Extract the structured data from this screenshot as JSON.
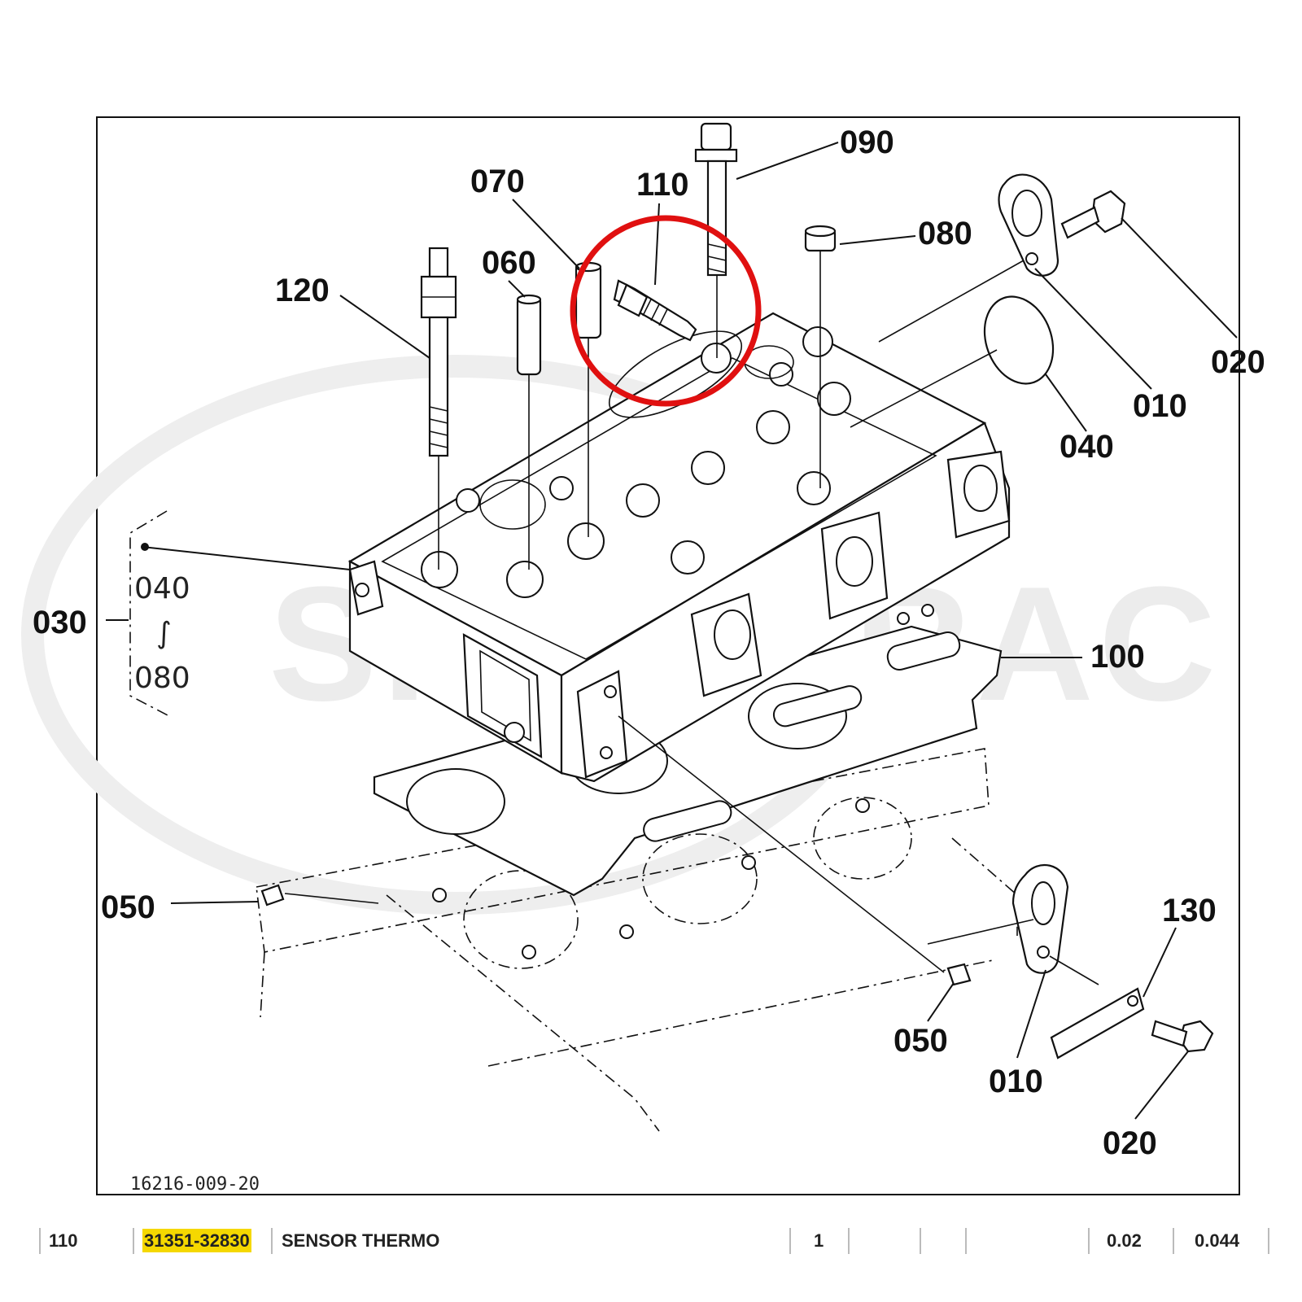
{
  "diagram": {
    "callouts": {
      "c090": "090",
      "c110": "110",
      "c070": "070",
      "c080": "080",
      "c060": "060",
      "c120": "120",
      "c020_top": "020",
      "c010_top": "010",
      "c040": "040",
      "c030": "030",
      "c100": "100",
      "c050_left": "050",
      "c050_bottom": "050",
      "c130": "130",
      "c010_bottom": "010",
      "c020_bottom": "020"
    },
    "group_range": {
      "from": "040",
      "to": "080"
    },
    "drawing_code": "16216-009-20",
    "watermark": "SHOPTRAC",
    "highlight_color": "#e01010"
  },
  "parts_row": {
    "ref": "110",
    "part_number": "31351-32830",
    "description": "SENSOR THERMO",
    "qty": "1",
    "col_a": "",
    "col_b": "",
    "col_c": "",
    "weight": "0.02",
    "price": "0.044",
    "part_number_highlight": "#f5d800"
  }
}
